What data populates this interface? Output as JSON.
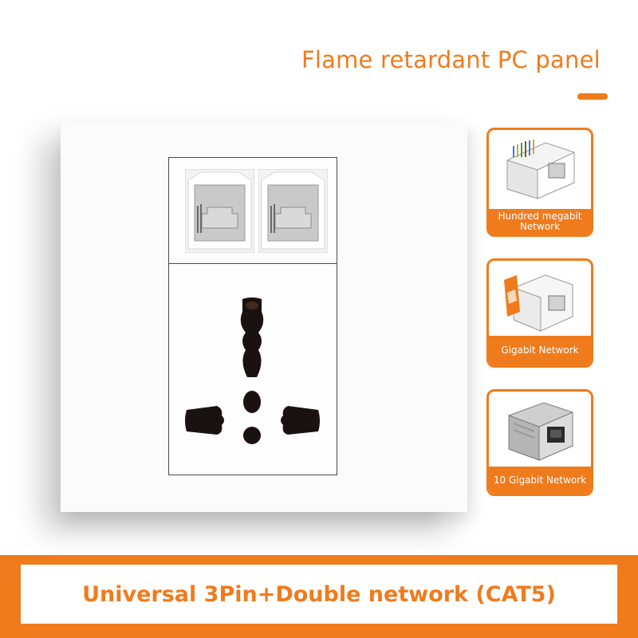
{
  "headline": "Flame retardant PC panel",
  "product": {
    "name": "Universal 3Pin+Double network (CAT5)"
  },
  "modules": [
    {
      "label": "Hundred megabit Network",
      "icon": "cat5e-keystone-icon"
    },
    {
      "label": "Gigabit Network",
      "icon": "cat6-keystone-icon"
    },
    {
      "label": "10 Gigabit Network",
      "icon": "shielded-keystone-icon"
    }
  ],
  "colors": {
    "accent": "#f07b1d",
    "panel": "#fbfbfb",
    "socket_hole": "#1a1210"
  }
}
